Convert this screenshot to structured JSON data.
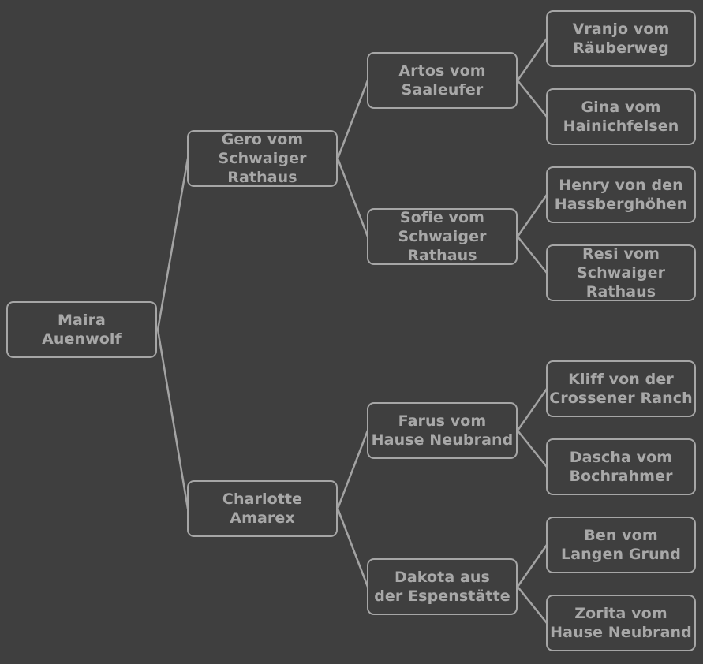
{
  "pedigree": {
    "subject": {
      "name": "Maira\nAuenwolf"
    },
    "sire": {
      "name": "Gero vom\nSchwaiger\nRathaus"
    },
    "dam": {
      "name": "Charlotte\nAmarex"
    },
    "sire_sire": {
      "name": "Artos vom\nSaaleufer"
    },
    "sire_dam": {
      "name": "Sofie vom\nSchwaiger\nRathaus"
    },
    "dam_sire": {
      "name": "Farus vom\nHause Neubrand"
    },
    "dam_dam": {
      "name": "Dakota aus\nder Espenstätte"
    },
    "sire_sire_sire": {
      "name": "Vranjo vom\nRäuberweg"
    },
    "sire_sire_dam": {
      "name": "Gina vom\nHainichfelsen"
    },
    "sire_dam_sire": {
      "name": "Henry von den\nHassberghöhen"
    },
    "sire_dam_dam": {
      "name": "Resi vom\nSchwaiger\nRathaus"
    },
    "dam_sire_sire": {
      "name": "Kliff von der\nCrossener Ranch"
    },
    "dam_sire_dam": {
      "name": "Dascha vom\nBochrahmer"
    },
    "dam_dam_sire": {
      "name": "Ben vom\nLangen Grund"
    },
    "dam_dam_dam": {
      "name": "Zorita vom\nHause Neubrand"
    }
  }
}
